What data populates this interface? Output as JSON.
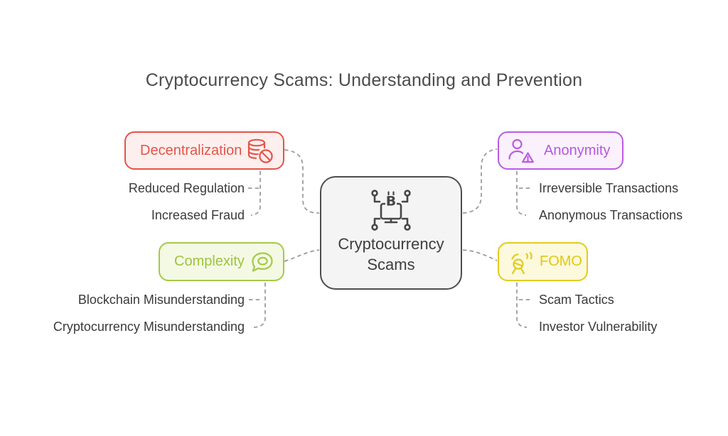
{
  "title": "Cryptocurrency Scams: Understanding and Prevention",
  "title_color": "#4c4c4c",
  "connector_color": "#9c9c9c",
  "center": {
    "label_line1": "Cryptocurrency",
    "label_line2": "Scams",
    "icon": "bitcoin-network-icon",
    "border_color": "#4d4d4d",
    "background": "#f4f4f4",
    "text_color": "#3e3e3e"
  },
  "branches": [
    {
      "label": "Decentralization",
      "icon": "coins-banned-icon",
      "color": "#e4544a",
      "background": "#fdefed",
      "position": "top-left",
      "children": [
        "Reduced Regulation",
        "Increased Fraud"
      ]
    },
    {
      "label": "Anonymity",
      "icon": "user-warning-icon",
      "color": "#ba5ce2",
      "background": "#fbf1fd",
      "position": "top-right",
      "children": [
        "Irreversible Transactions",
        "Anonymous Transactions"
      ]
    },
    {
      "label": "Complexity",
      "icon": "speech-bubble-icon",
      "color": "#a4ca47",
      "background": "#f4f9e4",
      "position": "bottom-left",
      "children": [
        "Blockchain Misunderstanding",
        "Cryptocurrency Misunderstanding"
      ]
    },
    {
      "label": "FOMO",
      "icon": "megaphone-tripod-icon",
      "color": "#e2cb1e",
      "background": "#fdf9dc",
      "position": "bottom-right",
      "children": [
        "Scam Tactics",
        "Investor Vulnerability"
      ]
    }
  ]
}
